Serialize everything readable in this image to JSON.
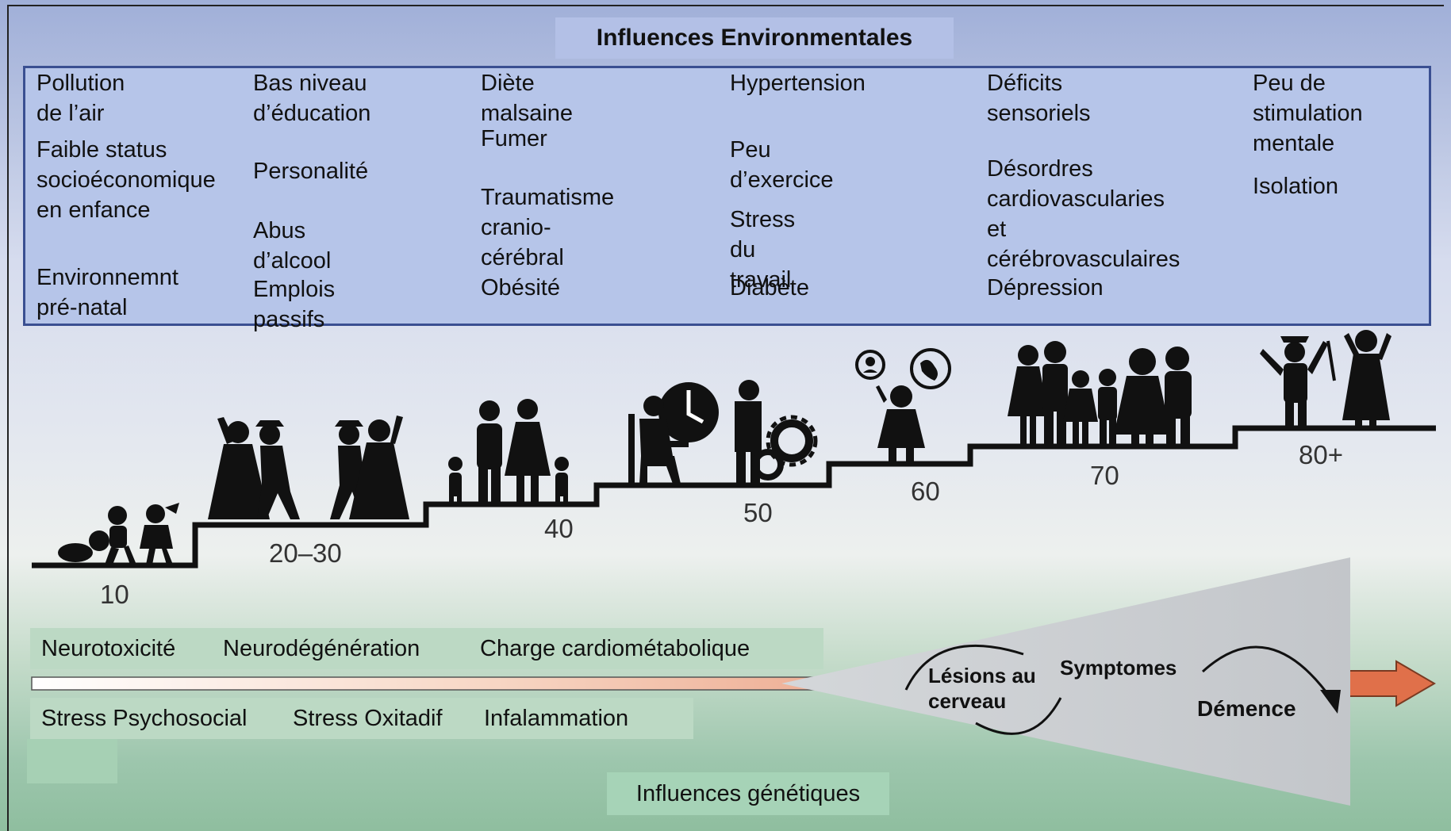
{
  "title": "Influences Environmentales",
  "environmental_factors": [
    [
      "Pollution de l’air",
      "Faible status\nsocioéconomique\nen enfance",
      "Environnemnt\npré-natal"
    ],
    [
      "Bas niveau\nd’éducation",
      "Personalité",
      "Abus d’alcool",
      "Emplois passifs"
    ],
    [
      "Diète malsaine",
      "Fumer",
      "Traumatisme\ncranio-cérébral",
      "Obésité"
    ],
    [
      "Hypertension",
      "Peu d’exercice",
      "Stress du travail",
      "Diabète"
    ],
    [
      "Déficits\nsensoriels",
      "Désordres\ncardiovascularies et\ncérébrovasculaires",
      "Dépression"
    ],
    [
      "Peu de\nstimulation\nmentale",
      "Isolation"
    ]
  ],
  "ages": [
    "10",
    "20–30",
    "40",
    "50",
    "60",
    "70",
    "80+"
  ],
  "biological_factors_top": [
    "Neurotoxicité",
    "Neurodégénération",
    "Charge cardiométabolique"
  ],
  "biological_factors_bottom": [
    "Stress Psychosocial",
    "Stress Oxitadif",
    "Infalammation"
  ],
  "stages": {
    "lesions": "Lésions au\ncerveau",
    "symptoms": "Symptomes",
    "dementia": "Démence"
  },
  "genetic_influences": "Influences génétiques",
  "colors": {
    "env_box_fill": "#b6c5e9",
    "env_box_border": "#3a4f91",
    "factor_box": "#bcd9c4",
    "arrow": "#e0704a",
    "wedge": "#c8cbcf"
  }
}
